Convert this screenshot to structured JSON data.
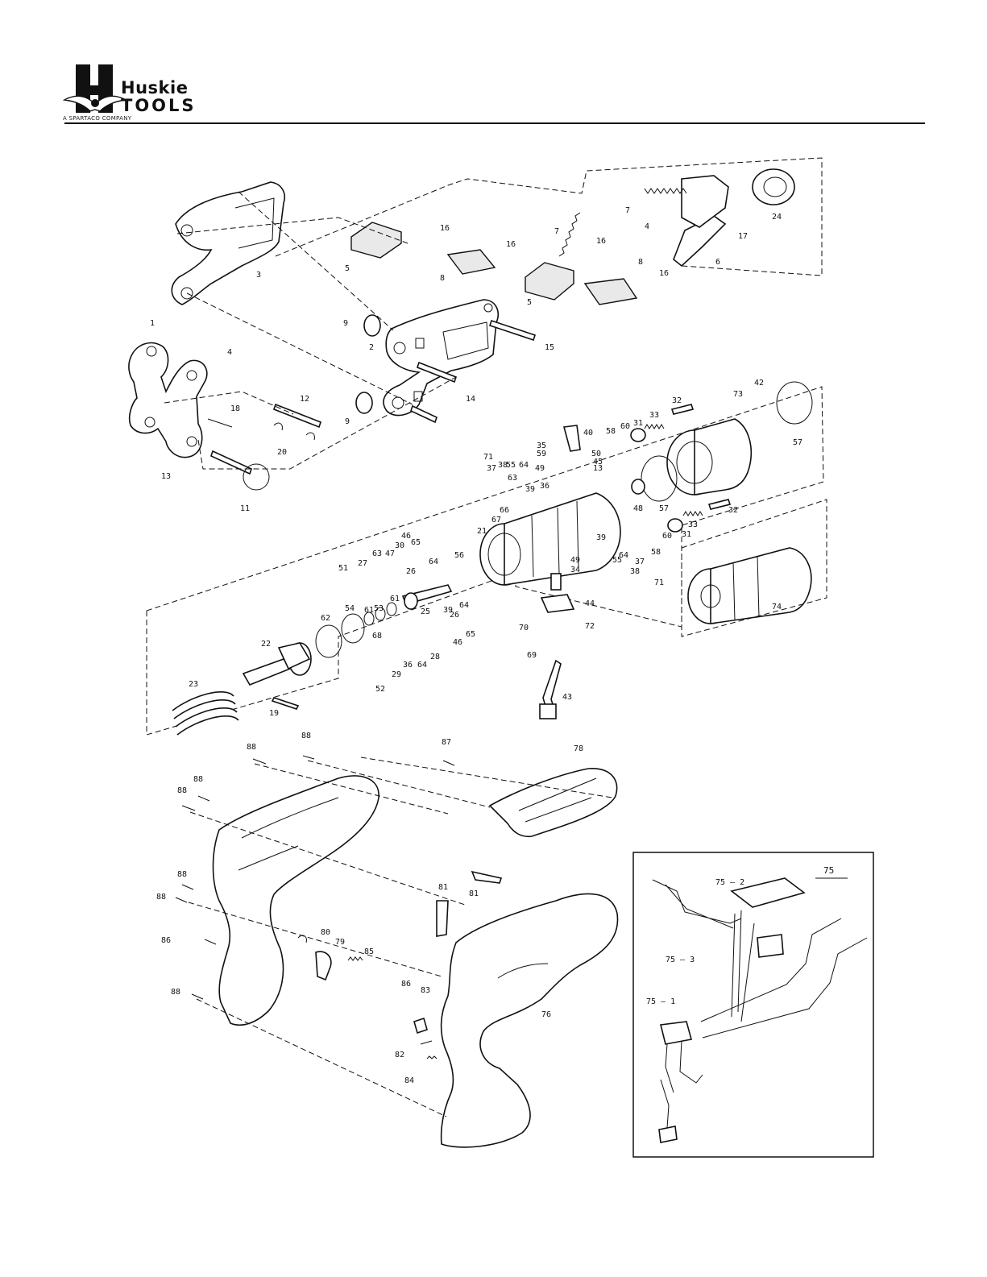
{
  "header": {
    "brand_line1": "Huskie",
    "brand_line2": "TOOLS",
    "tagline": "A SPARTACO COMPANY"
  },
  "inset": {
    "title": "75",
    "labels": [
      "75 — 2",
      "75 — 3",
      "75 — 1"
    ]
  },
  "labels": [
    "1",
    "2",
    "3",
    "4",
    "4",
    "5",
    "5",
    "6",
    "7",
    "7",
    "8",
    "8",
    "9",
    "9",
    "11",
    "12",
    "13",
    "13",
    "14",
    "15",
    "16",
    "16",
    "16",
    "16",
    "17",
    "18",
    "19",
    "20",
    "21",
    "22",
    "23",
    "24",
    "25",
    "26",
    "26",
    "27",
    "28",
    "29",
    "30",
    "31",
    "31",
    "32",
    "32",
    "33",
    "33",
    "34",
    "35",
    "36",
    "36",
    "37",
    "37",
    "38",
    "38",
    "39",
    "39",
    "39",
    "40",
    "42",
    "43",
    "44",
    "45",
    "46",
    "46",
    "47",
    "48",
    "49",
    "49",
    "50",
    "51",
    "52",
    "53",
    "54",
    "55",
    "55",
    "56",
    "57",
    "57",
    "58",
    "58",
    "59",
    "60",
    "60",
    "61",
    "61",
    "62",
    "63",
    "63",
    "64",
    "64",
    "64",
    "64",
    "64",
    "65",
    "65",
    "66",
    "67",
    "68",
    "69",
    "70",
    "71",
    "71",
    "72",
    "73",
    "74",
    "76",
    "78",
    "79",
    "80",
    "81",
    "81",
    "82",
    "83",
    "84",
    "85",
    "86",
    "86",
    "87",
    "88",
    "88",
    "88",
    "88",
    "88",
    "88",
    "88"
  ],
  "colors": {
    "ink": "#111111",
    "paper": "#ffffff"
  }
}
